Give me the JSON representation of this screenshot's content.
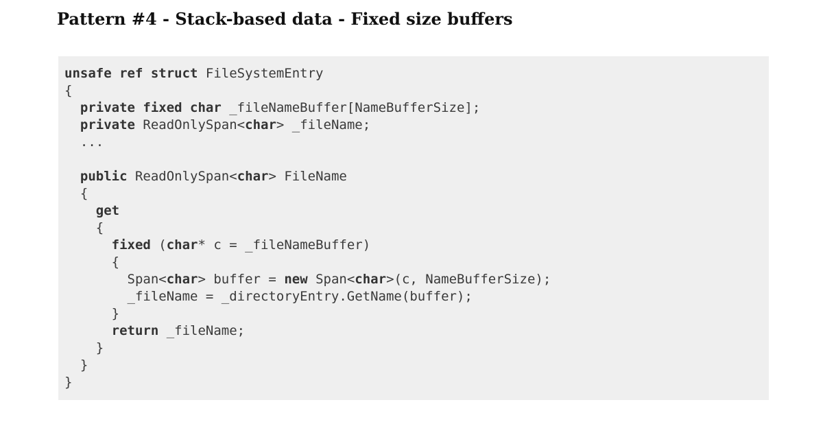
{
  "heading": {
    "text": "Pattern #4 - Stack-based data - Fixed size buffers"
  },
  "code_block": {
    "language": "csharp",
    "background_color": "#efefef",
    "text_color": "#3a3a3a",
    "keyword_style": "bold",
    "lines": [
      [
        [
          "unsafe ref struct",
          true
        ],
        [
          " FileSystemEntry",
          false
        ]
      ],
      [
        [
          "{",
          false
        ]
      ],
      [
        [
          "  ",
          false
        ],
        [
          "private fixed char",
          true
        ],
        [
          " _fileNameBuffer[NameBufferSize];",
          false
        ]
      ],
      [
        [
          "  ",
          false
        ],
        [
          "private",
          true
        ],
        [
          " ReadOnlySpan<",
          false
        ],
        [
          "char",
          true
        ],
        [
          "> _fileName;",
          false
        ]
      ],
      [
        [
          "  ...",
          false
        ]
      ],
      [],
      [
        [
          "  ",
          false
        ],
        [
          "public",
          true
        ],
        [
          " ReadOnlySpan<",
          false
        ],
        [
          "char",
          true
        ],
        [
          "> FileName",
          false
        ]
      ],
      [
        [
          "  {",
          false
        ]
      ],
      [
        [
          "    ",
          false
        ],
        [
          "get",
          true
        ]
      ],
      [
        [
          "    {",
          false
        ]
      ],
      [
        [
          "      ",
          false
        ],
        [
          "fixed",
          true
        ],
        [
          " (",
          false
        ],
        [
          "char",
          true
        ],
        [
          "* c = _fileNameBuffer)",
          false
        ]
      ],
      [
        [
          "      {",
          false
        ]
      ],
      [
        [
          "        Span<",
          false
        ],
        [
          "char",
          true
        ],
        [
          "> buffer = ",
          false
        ],
        [
          "new",
          true
        ],
        [
          " Span<",
          false
        ],
        [
          "char",
          true
        ],
        [
          ">(c, NameBufferSize);",
          false
        ]
      ],
      [
        [
          "        _fileName = _directoryEntry.GetName(buffer);",
          false
        ]
      ],
      [
        [
          "      }",
          false
        ]
      ],
      [
        [
          "      ",
          false
        ],
        [
          "return",
          true
        ],
        [
          " _fileName;",
          false
        ]
      ],
      [
        [
          "    }",
          false
        ]
      ],
      [
        [
          "  }",
          false
        ]
      ],
      [
        [
          "}",
          false
        ]
      ]
    ]
  }
}
